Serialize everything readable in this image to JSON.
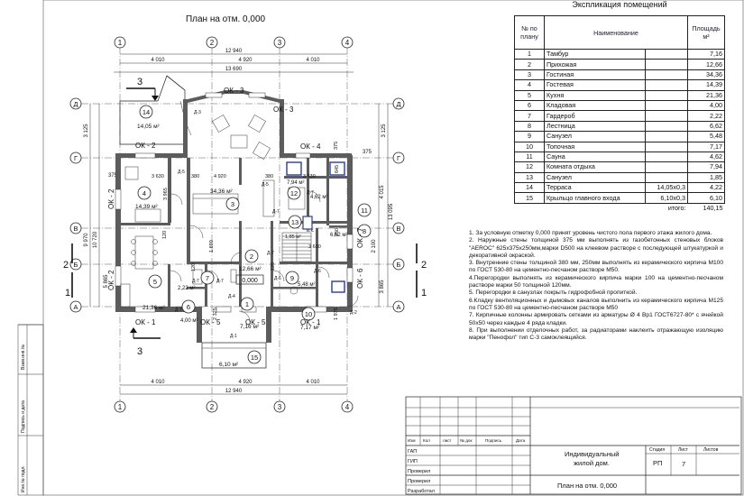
{
  "plan_title": "План на отм. 0,000",
  "explication": {
    "title": "Экспликация помещений",
    "headers": {
      "num": "№ по плану",
      "name": "Наименование",
      "area": "Площадь м²"
    },
    "rows": [
      {
        "num": "1",
        "name": "Тамбур",
        "dim": "",
        "area": "7,16"
      },
      {
        "num": "2",
        "name": "Прихожая",
        "dim": "",
        "area": "12,66"
      },
      {
        "num": "3",
        "name": "Гостиная",
        "dim": "",
        "area": "34,36"
      },
      {
        "num": "4",
        "name": "Гостевая",
        "dim": "",
        "area": "14,39"
      },
      {
        "num": "5",
        "name": "Кухня",
        "dim": "",
        "area": "21,36"
      },
      {
        "num": "6",
        "name": "Кладовая",
        "dim": "",
        "area": "4,00"
      },
      {
        "num": "7",
        "name": "Гардероб",
        "dim": "",
        "area": "2,22"
      },
      {
        "num": "8",
        "name": "Лестница",
        "dim": "",
        "area": "6,62"
      },
      {
        "num": "9",
        "name": "Санузел",
        "dim": "",
        "area": "5,48"
      },
      {
        "num": "10",
        "name": "Топочная",
        "dim": "",
        "area": "7,17"
      },
      {
        "num": "11",
        "name": "Сауна",
        "dim": "",
        "area": "4,62"
      },
      {
        "num": "12",
        "name": "Комната отдыха",
        "dim": "",
        "area": "7,94"
      },
      {
        "num": "13",
        "name": "Санузел",
        "dim": "",
        "area": "1,85"
      },
      {
        "num": "14",
        "name": "Терраса",
        "dim": "14,05x0,3",
        "area": "4,22"
      },
      {
        "num": "15",
        "name": "Крыльцо главного входа",
        "dim": "6,10x0,3",
        "area": "6,10"
      }
    ],
    "total_label": "итого:",
    "total": "140,15"
  },
  "notes": [
    "1.  За условную отметку 0,000 принят уровень чистого пола первого этажа жилого дома.",
    "2.  Наружные стены толщиной 375 мм выполнять из газобетонных стеновых блоков \"AEROC\" 625x375x250мм,марки D500  на клеевом растворе с последующей штукатуркой и декоративной окраской.",
    "3.  Внутренние стены толщиной 380 мм, 250мм выполнять из керамического кирпича М100 по ГОСТ 530-80 на цементно-песчаном растворе М50.",
    "4.Перегородки выполнять из керамического кирпича марки 100 на цементно-песчаном растворе марки 50 толщиной 120мм.",
    "5. Перегородки в санузлах покрыть гидрофобной пропиткой.",
    "6.Кладку вентиляционных и дымовых каналов выполнить из керамического кирпича М125 по ГОСТ 530-80 на цементно-песчаном растворе М50",
    "7. Кирпичные колонны армировать сетками из арматуры Ø 4 Вр1 ГОСТ6727-80* с ячейкой 50x50 через каждые 4 ряда кладки.",
    "8. При выполнении отделочных работ, за радиаторами наклеить отражающую изоляцию марки \"Пенофол\" тип С-3 самоклеящийся."
  ],
  "axes": {
    "columns": [
      "1",
      "2",
      "3",
      "4"
    ],
    "rows": [
      "Д",
      "Г",
      "В",
      "Б",
      "А"
    ]
  },
  "dimensions": {
    "top_total": "13 690",
    "top_main": "12 940",
    "top_spans": [
      "4 010",
      "4 920",
      "4 010"
    ],
    "bottom_main": "12 940",
    "bottom_spans": [
      "4 010",
      "4 920",
      "4 010"
    ],
    "left": [
      "3 125",
      "9 970",
      "10 720",
      "5 865",
      "375"
    ],
    "right": [
      "3 125",
      "4 015",
      "13 095",
      "2 100",
      "3 865",
      "375"
    ],
    "inner": [
      "3 630",
      "3 965",
      "4 920",
      "380",
      "3 630",
      "645",
      "380",
      "375",
      "120",
      "1 690",
      "120",
      "250",
      "2 325",
      "1 975",
      "120",
      "3 630"
    ]
  },
  "rooms": [
    {
      "num": "14",
      "area": "14,05 м²"
    },
    {
      "num": "4",
      "area": "14,39 м²"
    },
    {
      "num": "3",
      "area": "34,36 м²"
    },
    {
      "num": "12",
      "area": "7,94 м²"
    },
    {
      "num": "11",
      "area": "4,62 м²"
    },
    {
      "num": "13",
      "area": "1,85 м²"
    },
    {
      "num": "8",
      "area": "6,62 м²"
    },
    {
      "num": "2",
      "area": "12,66 м²"
    },
    {
      "num": "5",
      "area": "21,36 м²"
    },
    {
      "num": "6",
      "area": "4,00 м²"
    },
    {
      "num": "7",
      "area": "2,22 м²"
    },
    {
      "num": "9",
      "area": "5,48 м²"
    },
    {
      "num": "1",
      "area": "7,16 м²"
    },
    {
      "num": "10",
      "area": "7,17 м²"
    },
    {
      "num": "15",
      "area": "6,10 м²"
    }
  ],
  "level_mark": "0,000",
  "windows": [
    "ОК - 3",
    "ОК - 3",
    "ОК - 2",
    "ОК - 4",
    "ОК - 2",
    "ОК - 2",
    "ОК - 7",
    "ОК - 6",
    "ОК - 1",
    "ОК - 5",
    "ОК - 5",
    "ОК - 1"
  ],
  "doors": [
    "Д-3",
    "Д-5",
    "Д-5",
    "Д-7",
    "Д-7",
    "Д-7",
    "Д-4",
    "Д-6",
    "Д-7",
    "Д-7",
    "Д-6",
    "Д-1",
    "Д-2",
    "Д-7"
  ],
  "section_marks": [
    "3",
    "3",
    "1",
    "2",
    "1",
    "2"
  ],
  "vk_label": "в.к.",
  "stamp": {
    "columns": [
      "Изм",
      "Кол",
      "лист",
      "№ док",
      "Подпись",
      "Дата"
    ],
    "roles": [
      "ГАП",
      "ГИП",
      "Проверил",
      "Проверил",
      "Разработал"
    ],
    "project_name": "Индивидуальный жилой дом.",
    "stage_label": "Стадия",
    "sheet_label": "Лист",
    "sheets_label": "Листов",
    "stage": "РП",
    "sheet": "7",
    "drawing_name": "План на отм. 0,000"
  },
  "margin_labels": [
    "Взам.инв.№",
    "Подпись и дата",
    "Инв.№ подл."
  ]
}
